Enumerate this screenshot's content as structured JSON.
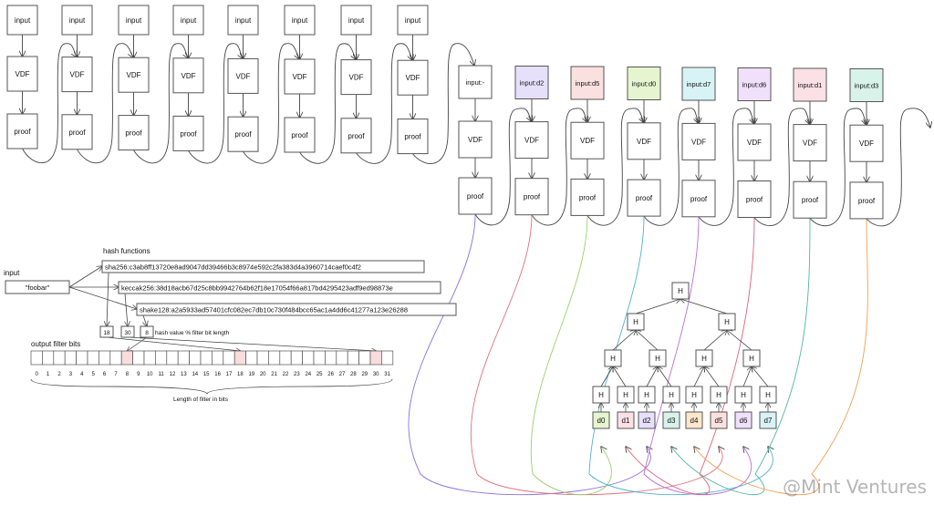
{
  "chain_top": {
    "columns": [
      {
        "input": "input",
        "vdf": "VDF",
        "proof": "proof"
      },
      {
        "input": "input",
        "vdf": "VDF",
        "proof": "proof"
      },
      {
        "input": "input",
        "vdf": "VDF",
        "proof": "proof"
      },
      {
        "input": "input",
        "vdf": "VDF",
        "proof": "proof"
      },
      {
        "input": "input",
        "vdf": "VDF",
        "proof": "proof"
      },
      {
        "input": "input",
        "vdf": "VDF",
        "proof": "proof"
      },
      {
        "input": "input",
        "vdf": "VDF",
        "proof": "proof"
      },
      {
        "input": "input",
        "vdf": "VDF",
        "proof": "proof"
      }
    ]
  },
  "chain_bottom": {
    "columns": [
      {
        "input": "input:-",
        "vdf": "VDF",
        "proof": "proof",
        "color": "#ffffff",
        "line": "#8b6fe0",
        "leaf": 2
      },
      {
        "input": "input:d2",
        "vdf": "VDF",
        "proof": "proof",
        "color": "#e6e0fb",
        "line": "#e0707f",
        "leaf": 5
      },
      {
        "input": "input:d5",
        "vdf": "VDF",
        "proof": "proof",
        "color": "#fbe0e0",
        "line": "#9bcf6a",
        "leaf": 0
      },
      {
        "input": "input:d0",
        "vdf": "VDF",
        "proof": "proof",
        "color": "#e6f5d0",
        "line": "#4fb3c8",
        "leaf": 7
      },
      {
        "input": "input:d7",
        "vdf": "VDF",
        "proof": "proof",
        "color": "#d8f3f5",
        "line": "#b86fe0",
        "leaf": 6
      },
      {
        "input": "input:d6",
        "vdf": "VDF",
        "proof": "proof",
        "color": "#f0e0fb",
        "line": "#e06080",
        "leaf": 1
      },
      {
        "input": "input:d1",
        "vdf": "VDF",
        "proof": "proof",
        "color": "#fbe0e6",
        "line": "#4fb8a0",
        "leaf": 3
      },
      {
        "input": "input:d3",
        "vdf": "VDF",
        "proof": "proof",
        "color": "#d8f3ea",
        "line": "#f0a050",
        "leaf": 4
      }
    ]
  },
  "tree": {
    "node_label": "H",
    "leaves": [
      {
        "label": "d0",
        "color": "#e6f5d0"
      },
      {
        "label": "d1",
        "color": "#fbe0e6"
      },
      {
        "label": "d2",
        "color": "#e6e0fb"
      },
      {
        "label": "d3",
        "color": "#d8f3ea"
      },
      {
        "label": "d4",
        "color": "#fde8cc"
      },
      {
        "label": "d5",
        "color": "#fbe0e0"
      },
      {
        "label": "d6",
        "color": "#f0e0fb"
      },
      {
        "label": "d7",
        "color": "#d8f3f5"
      }
    ]
  },
  "bloom": {
    "input_label": "input",
    "input_value": "\"foobar\"",
    "hash_functions_label": "hash functions",
    "hashes": [
      "sha256:c3ab8ff13720e8ad9047dd39466b3c8974e592c2fa383d4a3960714caef0c4f2",
      "keccak256:38d18acb67d25c8bb9942764b62f18e17054f66a817bd4295423adf9ed98873e",
      "shake128:a2a5933ad57401cfc082ec7db10c730f484bcc65ac1a4dd6c41277a123e26288"
    ],
    "mod_values": [
      "18",
      "30",
      "8"
    ],
    "mod_label": "hash value % filter bit length",
    "output_label": "output filter bits",
    "bit_count": 32,
    "set_bits": [
      8,
      18,
      30
    ],
    "bit_color": "#f9dcdc",
    "length_label": "Length of filter in bits"
  },
  "watermark": "@Mint Ventures"
}
